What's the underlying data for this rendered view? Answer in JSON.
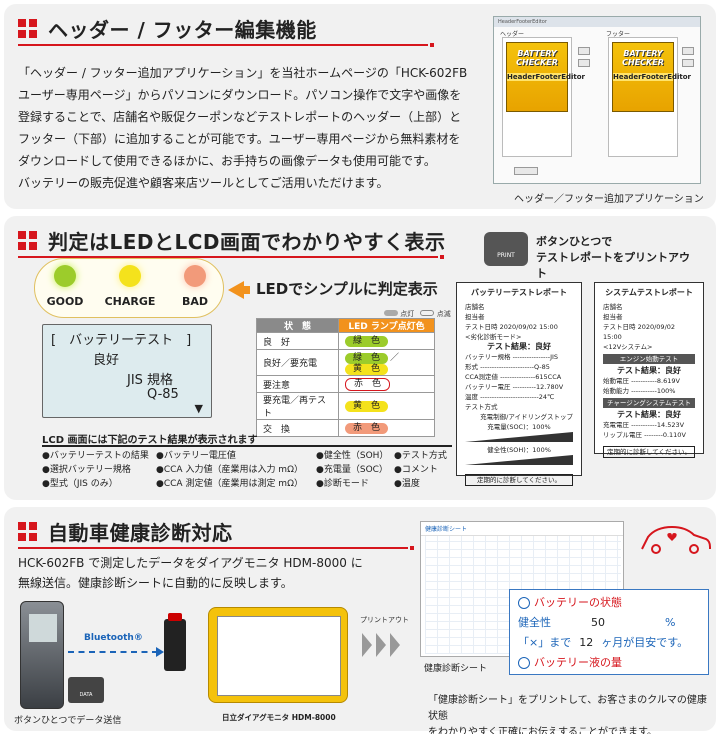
{
  "section1": {
    "title": "ヘッダー / フッター編集機能",
    "lines": [
      "「ヘッダー / フッター追加アプリケーション」を当社ホームページの「HCK-602FB",
      "ユーザー専用ページ」からパソコンにダウンロード。パソコン操作で文字や画像を",
      "登録することで、店舗名や販促クーポンなどテストレポートのヘッダー（上部）と",
      "フッター（下部）に追加することが可能です。ユーザー専用ページから無料素材を",
      "ダウンロードして使用できるほかに、お手持ちの画像データも使用可能です。",
      "バッテリーの販売促進や顧客来店ツールとしてご活用いただけます。"
    ],
    "app": {
      "window_title": "HeaderFooterEditor",
      "header_label": "ヘッダー",
      "footer_label": "フッター",
      "card_title": "BATTERY CHECKER",
      "card_sub": "HeaderFooterEditor"
    },
    "caption": "ヘッダー／フッター追加アプリケーション"
  },
  "section2": {
    "title": "判定はLEDとLCD画面でわかりやすく表示",
    "leds": [
      {
        "label": "GOOD",
        "color": "#9ccc2b"
      },
      {
        "label": "CHARGE",
        "color": "#f4e21c"
      },
      {
        "label": "BAD",
        "color": "#f29a7a"
      }
    ],
    "led_caption": "LEDでシンプルに判定表示",
    "lcd": {
      "line1": "[　バッテリーテスト　]",
      "line2": "良好",
      "line3": "JIS 規格",
      "line4": "Q-85"
    },
    "legend": {
      "on": "点灯",
      "blink": "点滅"
    },
    "table": {
      "headers": [
        "状　態",
        "LED ランプ点灯色"
      ],
      "rows": [
        {
          "state": "良　好",
          "chips": [
            {
              "text": "緑　色",
              "color": "#9ccc2b"
            }
          ]
        },
        {
          "state": "良好／要充電",
          "chips": [
            {
              "text": "緑　色",
              "color": "#9ccc2b"
            },
            {
              "text": "黄　色",
              "color": "#f4e21c"
            }
          ],
          "sep": "／"
        },
        {
          "state": "要注意",
          "chips": [
            {
              "text": "赤　色",
              "color": "#ffffff"
            }
          ]
        },
        {
          "state": "要充電／再テスト",
          "chips": [
            {
              "text": "黄　色",
              "color": "#f4e21c"
            }
          ]
        },
        {
          "state": "交　換",
          "chips": [
            {
              "text": "赤　色",
              "color": "#f29a7a"
            }
          ]
        }
      ]
    },
    "lcd_info_title": "LCD 画面には下記のテスト結果が表示されます",
    "lcd_info": [
      [
        "●バッテリーテストの結果",
        "●選択バッテリー規格",
        "●型式（JIS のみ）"
      ],
      [
        "●バッテリー電圧値",
        "●CCA 入力値（産業用は入力 mΩ）",
        "●CCA 測定値（産業用は測定 mΩ）"
      ],
      [
        "●健全性（SOH）",
        "●充電量（SOC）",
        "●診断モード"
      ],
      [
        "●テスト方式",
        "●コメント",
        "●温度"
      ]
    ],
    "print": {
      "button": "PRINT",
      "caption1": "ボタンひとつで",
      "caption2": "テストレポートをプリントアウト"
    },
    "receipt1": {
      "title": "バッテリーテストレポート",
      "lines": [
        "店舗名",
        "担当者",
        "テスト日時 2020/09/02 15:00",
        "<劣化診断モード>"
      ],
      "result": "テスト結果：良好",
      "details": [
        "バッテリー規格 ----------------JIS",
        "形式 -----------------------Q-85",
        "CCA測定値 ---------------615CCA",
        "バッテリー電圧 ----------12.780V",
        "温度 -------------------------24℃",
        "テスト方式",
        "充電制御/アイドリングストップ"
      ],
      "soc": "充電量(SOC)：100%",
      "soh": "健全性(SOH)：100%",
      "footer": "定期的に診断してください。"
    },
    "receipt2": {
      "title": "システムテストレポート",
      "lines": [
        "店舗名",
        "担当者",
        "テスト日時 2020/09/02 15:00",
        "<12Vシステム>"
      ],
      "bar1": "エンジン始動テスト",
      "result1": "テスト結果：良好",
      "details1": [
        "始動電圧 -----------8.619V",
        "始動能力 -----------100%"
      ],
      "bar2": "チャージングシステムテスト",
      "result2": "テスト結果：良好",
      "details2": [
        "充電電圧 -----------14.523V",
        "リップル電圧 --------0.110V"
      ],
      "footer": "定期的に診断してください。"
    }
  },
  "section3": {
    "title": "自動車健康診断対応",
    "lines": [
      "HCK-602FB で測定したデータをダイアグモニタ HDM-8000 に",
      "無線送信。健康診断シートに自動的に反映します。"
    ],
    "bluetooth": "Bluetooth®",
    "data_button": "DATA",
    "send_caption": "ボタンひとつでデータ送信",
    "tablet_caption": "日立ダイアグモニタ HDM-8000",
    "printout": "プリントアウト",
    "sheet_title": "健康診断シート",
    "sheet_caption": "健康診断シート",
    "zoom": {
      "row1": "バッテリーの状態",
      "row2_label": "健全性",
      "row2_value": "50",
      "row2_unit": "%",
      "row3_prefix": "「×」まで",
      "row3_value": "12",
      "row3_suffix": "ヶ月が目安です。",
      "row4": "バッテリー液の量"
    },
    "caption_lines": [
      "「健康診断シート」をプリントして、お客さまのクルマの健康状態",
      "をわかりやすく正確にお伝えすることができます。"
    ]
  }
}
